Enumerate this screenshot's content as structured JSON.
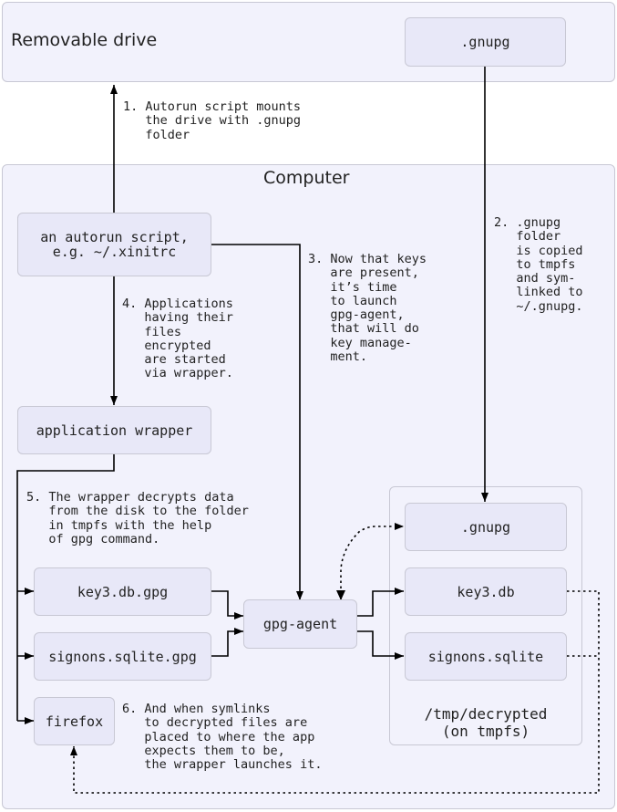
{
  "groups": {
    "removable_drive": {
      "title": "Removable drive"
    },
    "computer": {
      "title": "Computer"
    },
    "tmp_decrypted": {
      "title": "/tmp/decrypted\n(on tmpfs)"
    }
  },
  "nodes": {
    "drive_gnupg": ".gnupg",
    "autorun_script": "an autorun script,\ne.g. ~/.xinitrc",
    "application_wrapper": "application wrapper",
    "key3_db_gpg": "key3.db.gpg",
    "signons_sqlite_gpg": "signons.sqlite.gpg",
    "firefox": "firefox",
    "gpg_agent": "gpg-agent",
    "tmp_gnupg": ".gnupg",
    "tmp_key3_db": "key3.db",
    "tmp_signons_sqlite": "signons.sqlite"
  },
  "steps": [
    {
      "id": 1,
      "text": "1. Autorun script mounts\n   the drive with .gnupg\n   folder"
    },
    {
      "id": 2,
      "text": "2. .gnupg\n   folder\n   is copied\n   to tmpfs\n   and sym-\n   linked to\n   ~/.gnupg."
    },
    {
      "id": 3,
      "text": "3. Now that keys\n   are present,\n   it’s time\n   to launch\n   gpg-agent,\n   that will do\n   key manage-\n   ment."
    },
    {
      "id": 4,
      "text": "4. Applications\n   having their\n   files\n   encrypted\n   are started\n   via wrapper."
    },
    {
      "id": 5,
      "text": "5. The wrapper decrypts data\n   from the disk to the folder\n   in tmpfs with the help\n   of gpg command."
    },
    {
      "id": 6,
      "text": "6. And when symlinks\n   to decrypted files are\n   placed to where the app\n   expects them to be,\n   the wrapper launches it."
    }
  ],
  "edges": [
    {
      "from": "autorun_script",
      "to": "removable_drive",
      "style": "solid",
      "step": 1
    },
    {
      "from": "drive_gnupg",
      "to": "tmp_gnupg",
      "style": "solid",
      "step": 2
    },
    {
      "from": "autorun_script",
      "to": "gpg_agent",
      "style": "solid",
      "step": 3
    },
    {
      "from": "autorun_script",
      "to": "application_wrapper",
      "style": "solid",
      "step": 4
    },
    {
      "from": "application_wrapper",
      "to": "key3_db_gpg",
      "style": "solid",
      "step": 5
    },
    {
      "from": "application_wrapper",
      "to": "signons_sqlite_gpg",
      "style": "solid",
      "step": 5
    },
    {
      "from": "application_wrapper",
      "to": "firefox",
      "style": "solid",
      "step": 6
    },
    {
      "from": "key3_db_gpg",
      "to": "gpg_agent",
      "style": "solid"
    },
    {
      "from": "signons_sqlite_gpg",
      "to": "gpg_agent",
      "style": "solid"
    },
    {
      "from": "gpg_agent",
      "to": "tmp_key3_db",
      "style": "solid"
    },
    {
      "from": "gpg_agent",
      "to": "tmp_signons_sqlite",
      "style": "solid"
    },
    {
      "from": "gpg_agent",
      "to": "tmp_gnupg",
      "style": "dotted",
      "bidirectional": true
    },
    {
      "from": "tmp_key3_db",
      "to": "firefox",
      "style": "dotted"
    },
    {
      "from": "tmp_signons_sqlite",
      "to": "firefox",
      "style": "dotted"
    }
  ],
  "colors": {
    "group_fill": "#f2f2fc",
    "node_fill": "#e8e8f8",
    "border": "#c8c8d4",
    "line": "#000000"
  }
}
